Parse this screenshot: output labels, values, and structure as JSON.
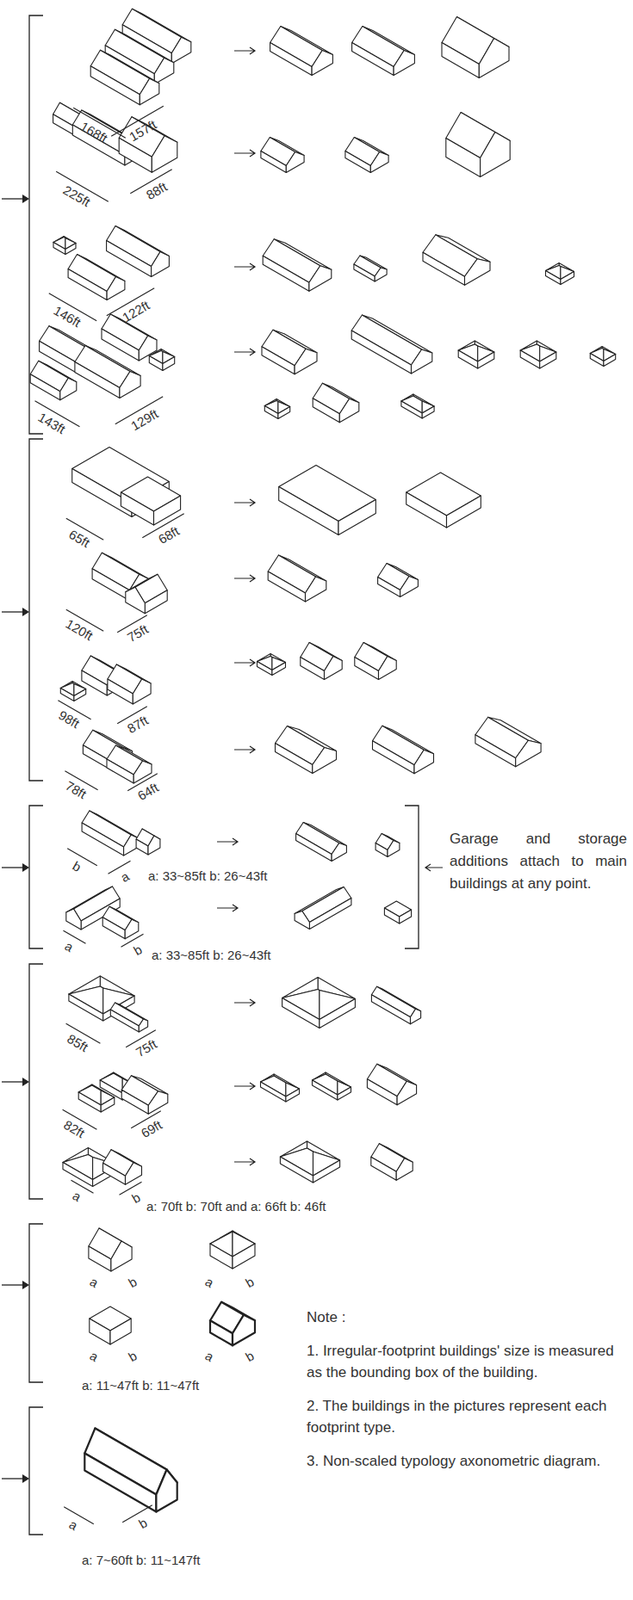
{
  "diagram": {
    "labels": [
      "168ft",
      "157ft",
      "225ft",
      "88ft",
      "146ft",
      "122ft",
      "143ft",
      "129ft",
      "65ft",
      "68ft",
      "120ft",
      "75ft",
      "98ft",
      "87ft",
      "78ft",
      "64ft",
      "b",
      "a",
      "a: 33~85ft b: 26~43ft",
      "a",
      "b",
      "a: 33~85ft b: 26~43ft",
      "Garage and storage additions attach to main buildings at any point.",
      "85ft",
      "75ft",
      "82ft",
      "69ft",
      "a",
      "b",
      "a: 70ft b: 70ft and a: 66ft b: 46ft",
      "a",
      "b",
      "a",
      "b",
      "a",
      "b",
      "a",
      "b",
      "a: 11~47ft b: 11~47ft",
      "a",
      "b",
      "a: 7~60ft b: 11~147ft",
      "Note :",
      "1. Irregular-footprint buildings' size is measured as the bounding box of the building.",
      "2. The buildings in the pictures represent each footprint type.",
      "3. Non-scaled typology axonometric diagram."
    ]
  }
}
